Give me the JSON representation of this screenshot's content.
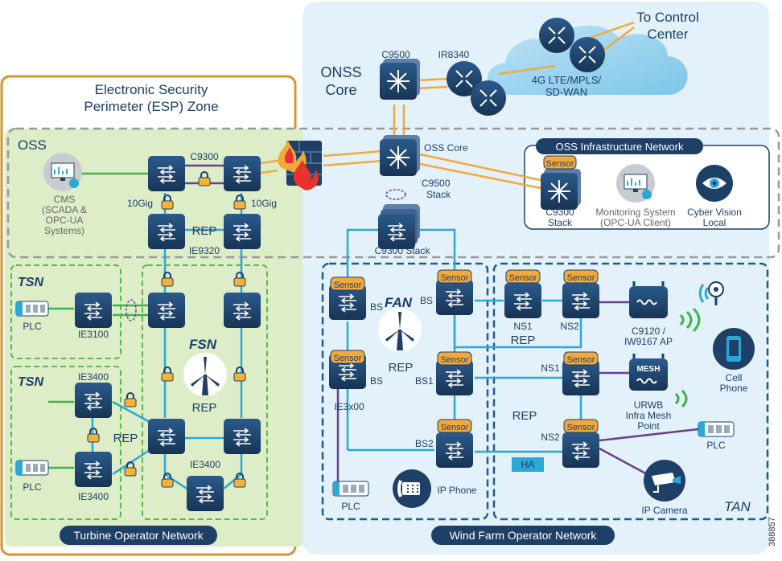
{
  "regions": {
    "esp_title_1": "Electronic Security",
    "esp_title_2": "Perimeter (ESP) Zone",
    "onss_core_1": "ONSS",
    "onss_core_2": "Core",
    "to_control_1": "To Control",
    "to_control_2": "Center",
    "wan_1": "4G LTE/MPLS/",
    "wan_2": "SD-WAN",
    "oss": "OSS",
    "oss_infra": "OSS Infrastructure Network",
    "tsn": "TSN",
    "fsn": "FSN",
    "fan": "FAN",
    "tan": "TAN",
    "turbine_operator_network": "Turbine Operator Network",
    "wind_farm_operator_network": "Wind Farm Operator Network"
  },
  "labels": {
    "c9500": "C9500",
    "ir8340": "IR8340",
    "c9300": "C9300",
    "oss_core": "OSS Core",
    "c9500_stack_1": "C9500",
    "c9500_stack_2": "Stack",
    "c9300_stack": "C9300 Stack",
    "c9300_stack_infra_1": "C9300",
    "c9300_stack_infra_2": "Stack",
    "monitoring_1": "Monitoring System",
    "monitoring_2": "(OPC-UA Client)",
    "cyber_vision_1": "Cyber Vision",
    "cyber_vision_2": "Local",
    "cms_1": "CMS",
    "cms_2": "(SCADA &",
    "cms_3": "OPC-UA",
    "cms_4": "Systems)",
    "tengig_left": "10Gig",
    "tengig_right": "10Gig",
    "rep": "REP",
    "ie9320": "IE9320",
    "ie3100": "IE3100",
    "ie3400": "IE3400",
    "ie3x00": "IE3x00",
    "plc": "PLC",
    "bs": "BS",
    "bs1": "BS1",
    "bs2": "BS2",
    "ns1": "NS1",
    "ns2": "NS2",
    "sensor": "Sensor",
    "ap_1": "C9120 /",
    "ap_2": "IW9167 AP",
    "mesh": "MESH",
    "urwb_1": "URWB",
    "urwb_2": "Infra Mesh",
    "urwb_3": "Point",
    "cell_phone_1": "Cell",
    "cell_phone_2": "Phone",
    "ip_phone": "IP Phone",
    "ip_camera": "IP Camera",
    "ha": "HA",
    "figure_id": "388857"
  },
  "colors": {
    "navy": "#1e3f66",
    "link_cyan": "#2aa8d8",
    "link_orange": "#f2a93b",
    "link_green": "#3bb54a",
    "link_purple": "#6b3f8f",
    "sensor": "#f2a93b",
    "lock": "#f5b335",
    "esp_border": "#d4952a",
    "onss_bg": "#e3f1fa",
    "oss_bg": "#dcedc8"
  }
}
